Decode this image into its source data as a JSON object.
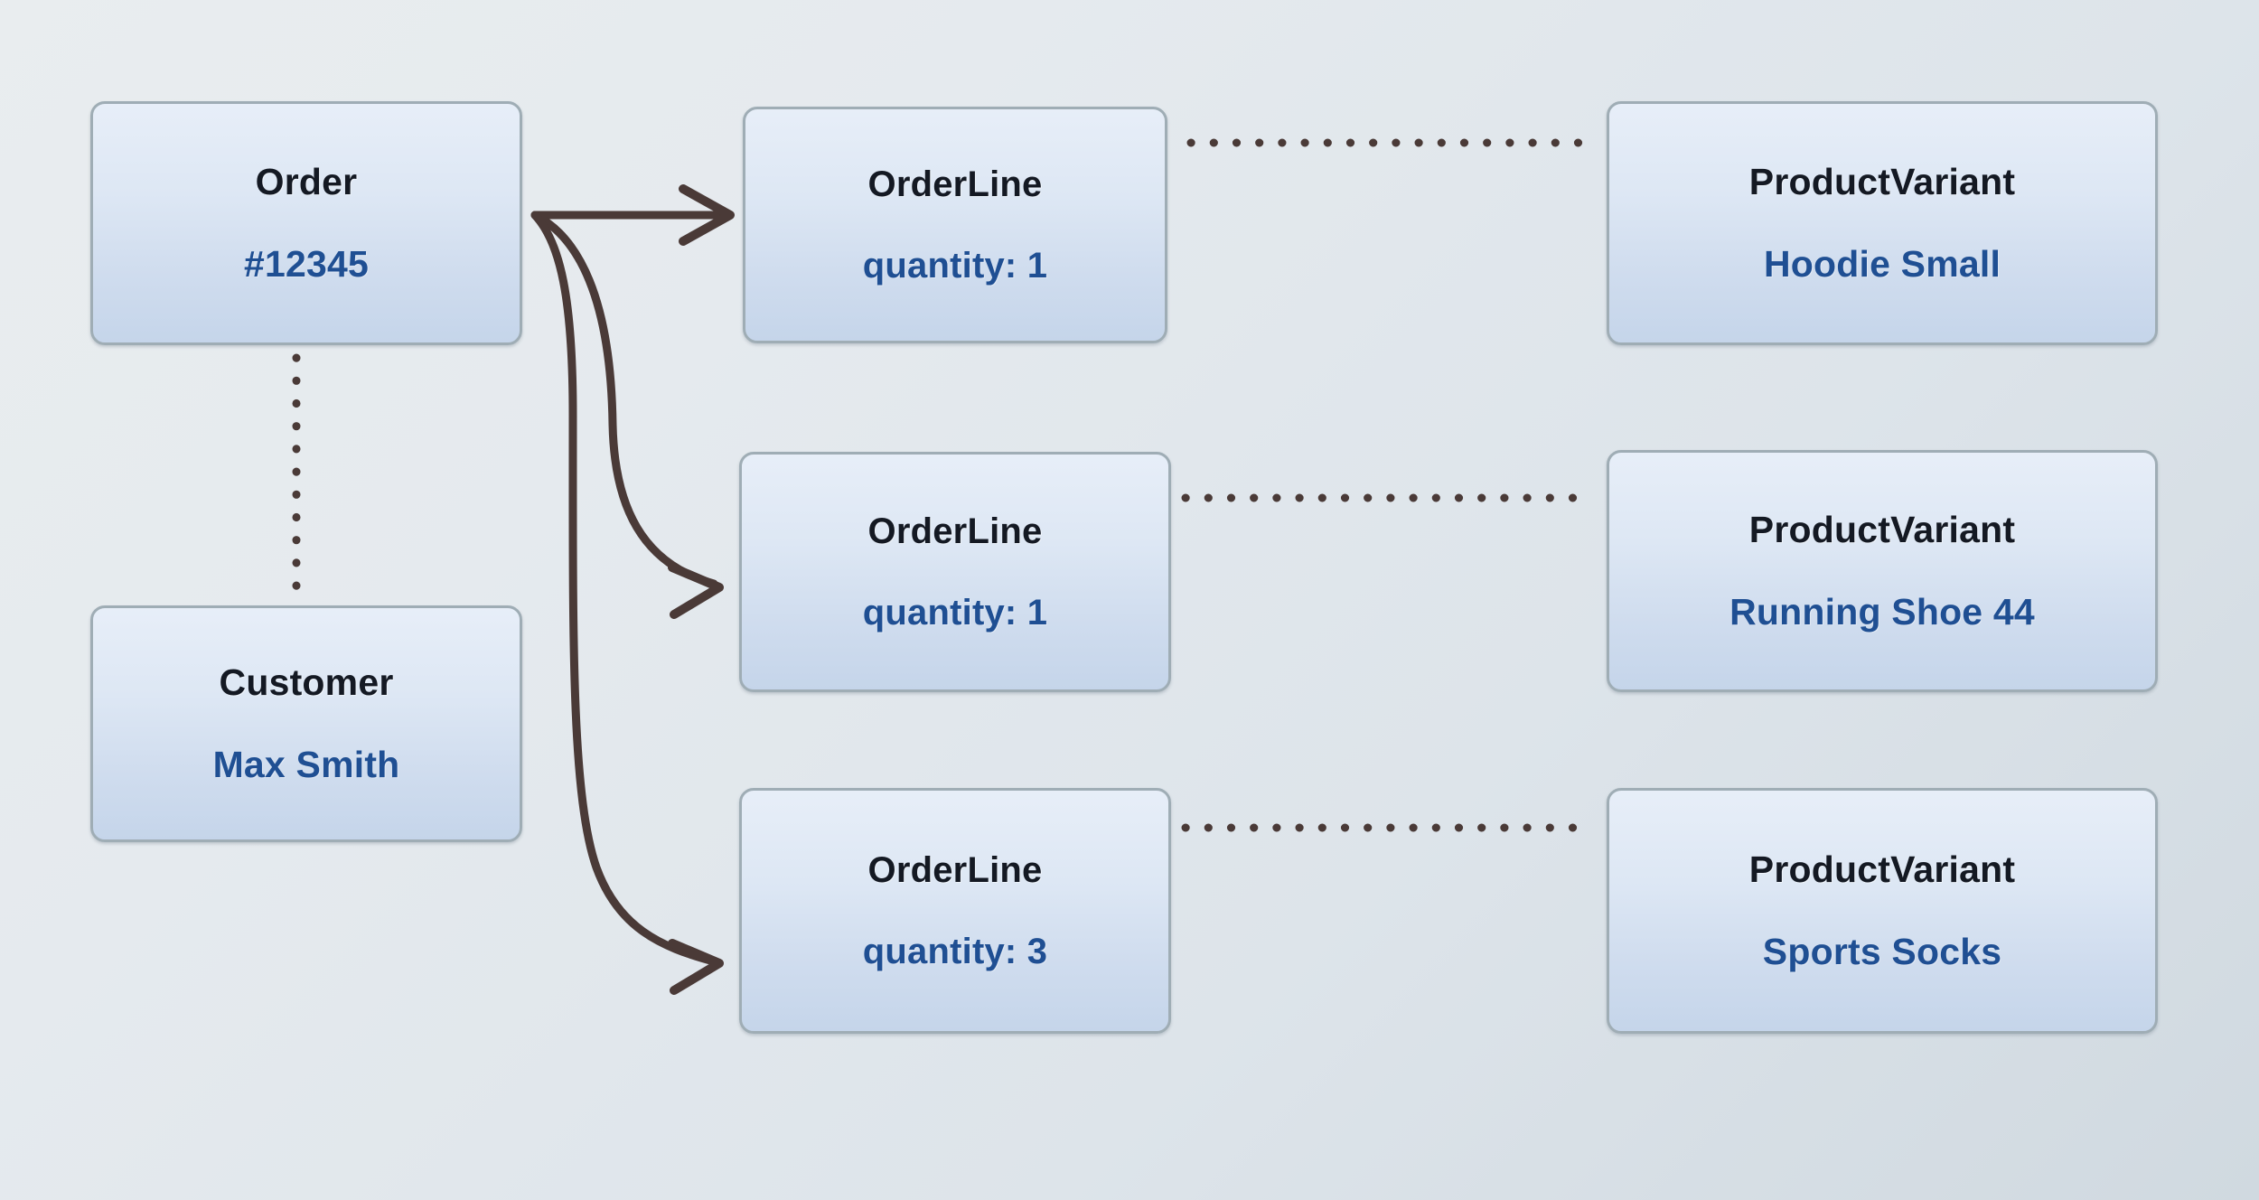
{
  "diagram": {
    "type": "entity-relationship-graph",
    "background_color": "#e5eaee",
    "node_border_color": "#9fadb5",
    "node_fill_top_color": "#e7eef8",
    "node_fill_bottom_color": "#c5d5ea",
    "title_text_color": "#141923",
    "subtitle_text_color": "#1f4f93",
    "connector_color": "#4a3a37",
    "nodes": [
      {
        "id": "order",
        "title": "Order",
        "subtitle": "#12345"
      },
      {
        "id": "customer",
        "title": "Customer",
        "subtitle": "Max Smith"
      },
      {
        "id": "orderline1",
        "title": "OrderLine",
        "subtitle": "quantity: 1"
      },
      {
        "id": "orderline2",
        "title": "OrderLine",
        "subtitle": "quantity: 1"
      },
      {
        "id": "orderline3",
        "title": "OrderLine",
        "subtitle": "quantity: 3"
      },
      {
        "id": "variant1",
        "title": "ProductVariant",
        "subtitle": "Hoodie Small"
      },
      {
        "id": "variant2",
        "title": "ProductVariant",
        "subtitle": "Running Shoe 44"
      },
      {
        "id": "variant3",
        "title": "ProductVariant",
        "subtitle": "Sports Socks"
      }
    ],
    "edges": [
      {
        "id": "edge-order-orderline1",
        "from": "order",
        "to": "orderline1",
        "style": "curved-arrow",
        "arrowhead": true
      },
      {
        "id": "edge-order-orderline2",
        "from": "order",
        "to": "orderline2",
        "style": "curved-arrow",
        "arrowhead": true
      },
      {
        "id": "edge-order-orderline3",
        "from": "order",
        "to": "orderline3",
        "style": "curved-arrow",
        "arrowhead": true
      },
      {
        "id": "edge-order-customer",
        "from": "order",
        "to": "customer",
        "style": "dotted",
        "arrowhead": false
      },
      {
        "id": "edge-ol1-variant1",
        "from": "orderline1",
        "to": "variant1",
        "style": "dotted",
        "arrowhead": false
      },
      {
        "id": "edge-ol2-variant2",
        "from": "orderline2",
        "to": "variant2",
        "style": "dotted",
        "arrowhead": false
      },
      {
        "id": "edge-ol3-variant3",
        "from": "orderline3",
        "to": "variant3",
        "style": "dotted",
        "arrowhead": false
      }
    ]
  }
}
